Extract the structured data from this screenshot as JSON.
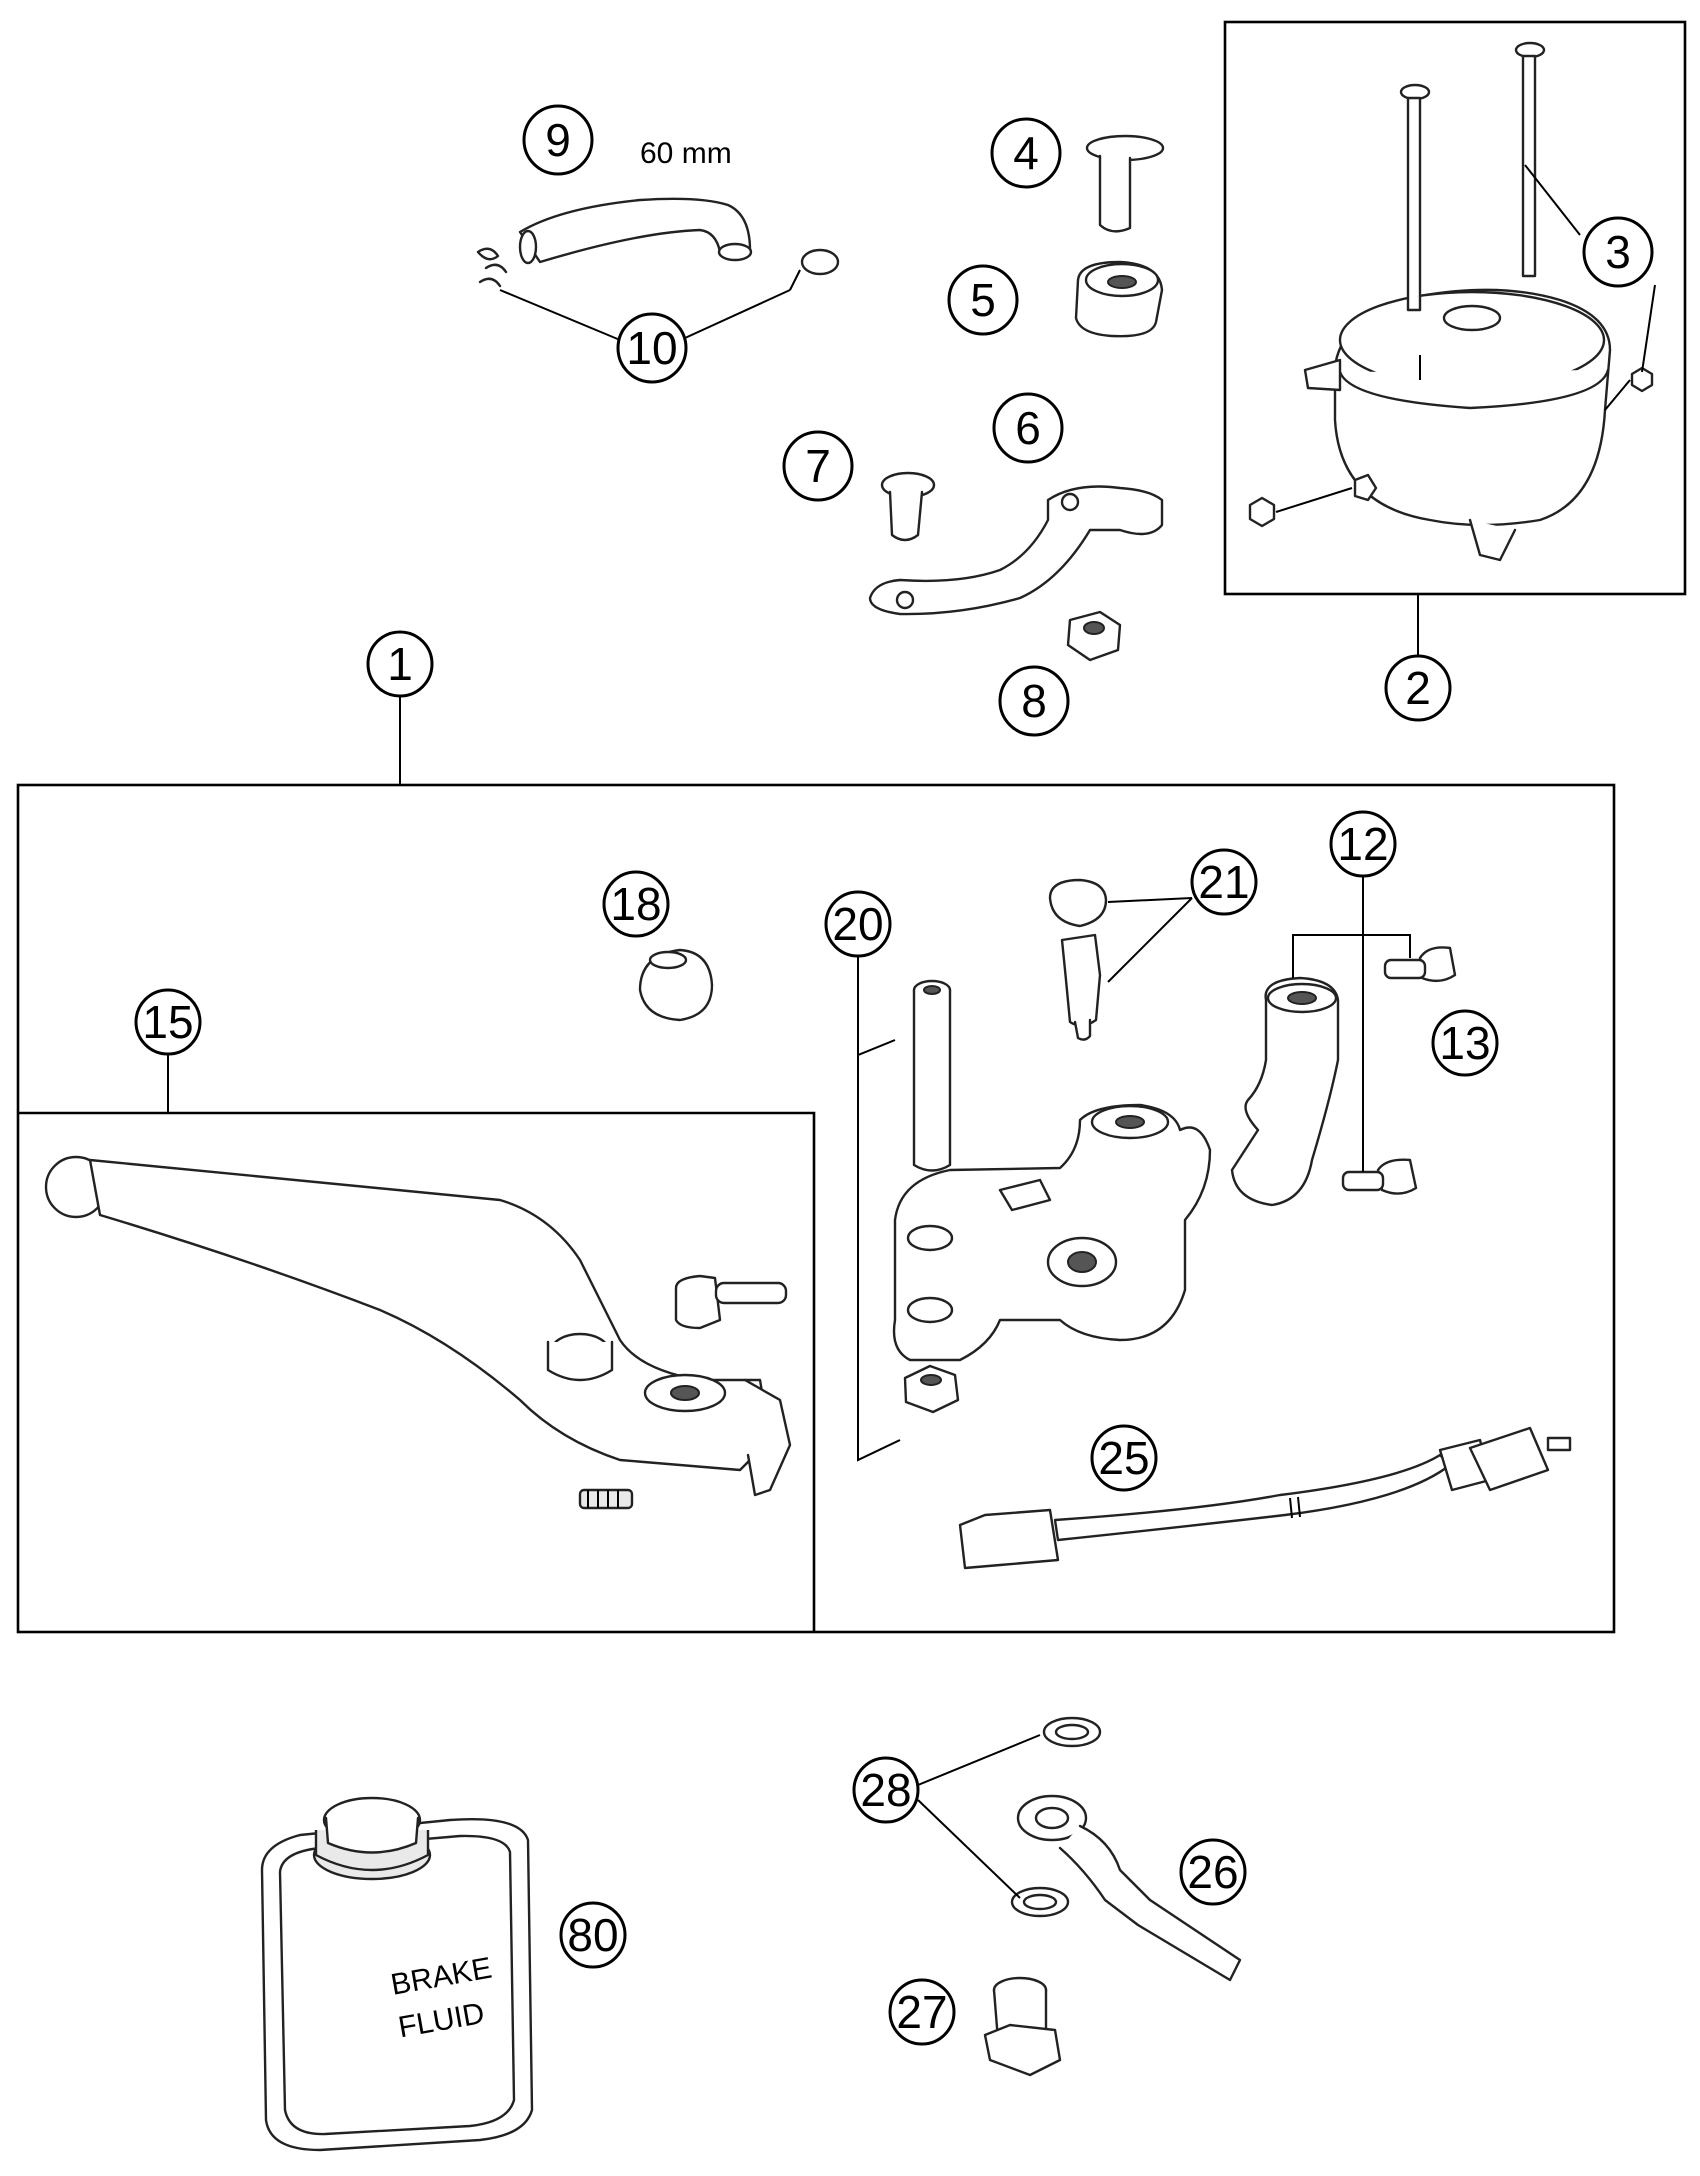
{
  "dimension_note": "60 mm",
  "can_label": [
    "BRAKE",
    "FLUID"
  ],
  "labels": {
    "l1": "1",
    "l2": "2",
    "l3": "3",
    "l4": "4",
    "l5": "5",
    "l6": "6",
    "l7": "7",
    "l8": "8",
    "l9": "9",
    "l10": "10",
    "l12": "12",
    "l13": "13",
    "l15": "15",
    "l18": "18",
    "l20": "20",
    "l21": "21",
    "l25": "25",
    "l26": "26",
    "l27": "27",
    "l28": "28",
    "l80": "80"
  }
}
